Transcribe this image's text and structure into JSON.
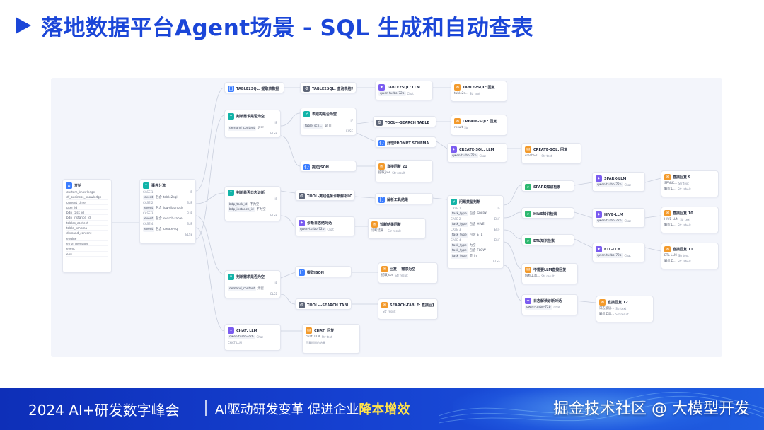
{
  "title": "落地数据平台Agent场景 - SQL 生成和自动查表",
  "footer": {
    "conference": "2024 AI+研发数字峰会",
    "slogan_prefix": "AI驱动研发变革  促进企业",
    "slogan_highlight": "降本增效",
    "watermark": "掘金技术社区 @ 大模型开发"
  },
  "workflow": {
    "start": {
      "title": "开始",
      "vars": [
        "custom_knowledge",
        "df_business_knowledge",
        "current_time",
        "user_id",
        "bdp_task_id",
        "bdp_instance_id",
        "tables_content",
        "table_schema",
        "demand_content",
        "engine",
        "error_message",
        "event",
        "env"
      ]
    },
    "event_classifier": {
      "title": "事件分流",
      "cases": [
        {
          "case": "CASE 1",
          "field": "event",
          "op": "包含",
          "value": "table2sql",
          "branch": "IF"
        },
        {
          "case": "CASE 2",
          "field": "event",
          "op": "包含",
          "value": "log-diagnosis",
          "branch": "ELIF"
        },
        {
          "case": "CASE 3",
          "field": "event",
          "op": "包含",
          "value": "search-table",
          "branch": "ELIF"
        },
        {
          "case": "CASE 4",
          "field": "event",
          "op": "包含",
          "value": "create-sql",
          "branch": "ELIF"
        }
      ],
      "else": "ELSE"
    },
    "nodes": {
      "t2s_extract": "TABLE2SQL: 提取表数据",
      "t2s_query_struct": "TABLE2SQL: 查询表结构",
      "t2s_llm": {
        "title": "TABLE2SQL: LLM",
        "model": "qwen-turbo-72b",
        "tag": "Chat"
      },
      "t2s_reply": {
        "title": "TABLE2SQL: 回复",
        "var": "table2s...",
        "type": "Str text"
      },
      "judge_demand_empty": {
        "title": "判断需求是否为空",
        "field": "demand_content",
        "op": "为空",
        "if": "IF",
        "else": "ELSE"
      },
      "judge_table_empty": {
        "title": "表结构是否为空",
        "field": "table_sch...",
        "op": "是 []",
        "if": "IF",
        "else": "ELSE"
      },
      "tool_search_table": "TOOL---SEARCH TABLE",
      "create_sql_reply": {
        "title": "CREATE-SQL: 回复",
        "var": "result",
        "type": "Str"
      },
      "prompt_schema": "处理PROMPT SCHEMA",
      "create_sql_llm": {
        "title": "CREATE-SQL: LLM",
        "model": "qwen-turbo-72b",
        "tag": "Chat"
      },
      "create_sql_reply2": {
        "title": "CREATE-SQL: 回复",
        "var": "create-s...",
        "type": "Str text"
      },
      "parse_json": "提取JSON",
      "direct_reply_21": {
        "title": "直接回复 21",
        "var": "提取json",
        "type": "Str result"
      },
      "judge_log_empty": {
        "title": "判断是否日志诊断",
        "field1": "bdp_task_id",
        "op1": "不为空",
        "field2": "bdp_instance_id",
        "op2": "不为空",
        "if": "IF",
        "else": "ELSE"
      },
      "tool_log": "TOOL-离线任务诊断解析LOG",
      "parse_tool_result": "解析工具结果",
      "log_llm": {
        "title": "诊断日志结对话",
        "model": "qwen-turbo-72b",
        "tag": "Chat"
      },
      "log_reply": {
        "title": "诊断结果回复",
        "var": "诊断结果...",
        "type": "Str result"
      },
      "problem_type": {
        "title": "问题类型判断",
        "cases": [
          {
            "case": "CASE 1",
            "field": "task_type",
            "op": "包含",
            "value": "SPARK",
            "branch": "IF"
          },
          {
            "case": "CASE 2",
            "field": "task_type",
            "op": "包含",
            "value": "HIVE",
            "branch": "ELIF"
          },
          {
            "case": "CASE 3",
            "field": "task_type",
            "op": "包含",
            "value": "ETL",
            "branch": "ELIF"
          },
          {
            "case": "CASE 4",
            "field": "task_type",
            "op": "为空",
            "value": "",
            "branch": "ELIF"
          }
        ],
        "extra": [
          {
            "field": "task_type",
            "op": "包含",
            "value": "FLOW"
          },
          {
            "field": "task_type",
            "op": "是",
            "value": "in"
          }
        ],
        "else": "ELSE"
      },
      "spark_kb": "SPARK知识检索",
      "spark_llm": {
        "title": "SPARK-LLM",
        "model": "qwen-turbo-72b",
        "tag": "Chat"
      },
      "reply_9": {
        "title": "直接回复 9",
        "vars": [
          {
            "v": "SPARK...",
            "t": "Str text"
          },
          {
            "v": "解析工...",
            "t": "Str labels"
          }
        ]
      },
      "hive_kb": "HIVE知识检索",
      "hive_llm": {
        "title": "HIVE-LLM",
        "model": "qwen-turbo-72b",
        "tag": "Chat"
      },
      "reply_10": {
        "title": "直接回复 10",
        "vars": [
          {
            "v": "HIVE-LLM",
            "t": "Str text"
          },
          {
            "v": "解析工...",
            "t": "Str labels"
          }
        ]
      },
      "etl_kb": "ETL知识检索",
      "etl_llm": {
        "title": "ETL-LLM",
        "model": "qwen-turbo-72b",
        "tag": "Chat"
      },
      "reply_11": {
        "title": "直接回复 11",
        "vars": [
          {
            "v": "ETL-LLM",
            "t": "Str text"
          },
          {
            "v": "解析工...",
            "t": "Str labels"
          }
        ]
      },
      "no_llm_reply": {
        "title": "不需要LLM直接回复",
        "var": "解析工具...",
        "type": "Str result"
      },
      "log_dialog": {
        "title": "日志解读诊断对话",
        "model": "qwen-turbo-72b",
        "tag": "Chat"
      },
      "reply_12": {
        "title": "直接回复 12",
        "vars": [
          {
            "v": "日志解读...",
            "t": "Str text"
          },
          {
            "v": "解析工具...",
            "t": "Str result"
          }
        ]
      },
      "judge_demand_empty2": {
        "title": "判断需求是否为空",
        "field": "demand_content",
        "op": "为空",
        "if": "IF",
        "else": "ELSE"
      },
      "parse_json2": "提取JSON",
      "reply_demand_empty": {
        "title": "回复---需求为空",
        "var": "提取json",
        "type": "Str result"
      },
      "tool_search_table2": "TOOL---SEARCH TABLE",
      "search_table_reply": {
        "title": "SEARCH-TABLE: 直接回复",
        "var": "",
        "type": "Str result"
      },
      "chat_llm": {
        "title": "CHAT: LLM",
        "model": "qwen-turbo-72b",
        "tag": "Chat",
        "footer": "CHAT LLM"
      },
      "chat_reply": {
        "title": "CHAT: 回复",
        "var": "chat: LLM",
        "type": "Str text",
        "note": "回复时间的结果"
      }
    }
  },
  "colors": {
    "title": "#1b46d8",
    "footer_bg": "#1540d0",
    "highlight": "#ffe24a",
    "edge": "#c9cfdd"
  }
}
